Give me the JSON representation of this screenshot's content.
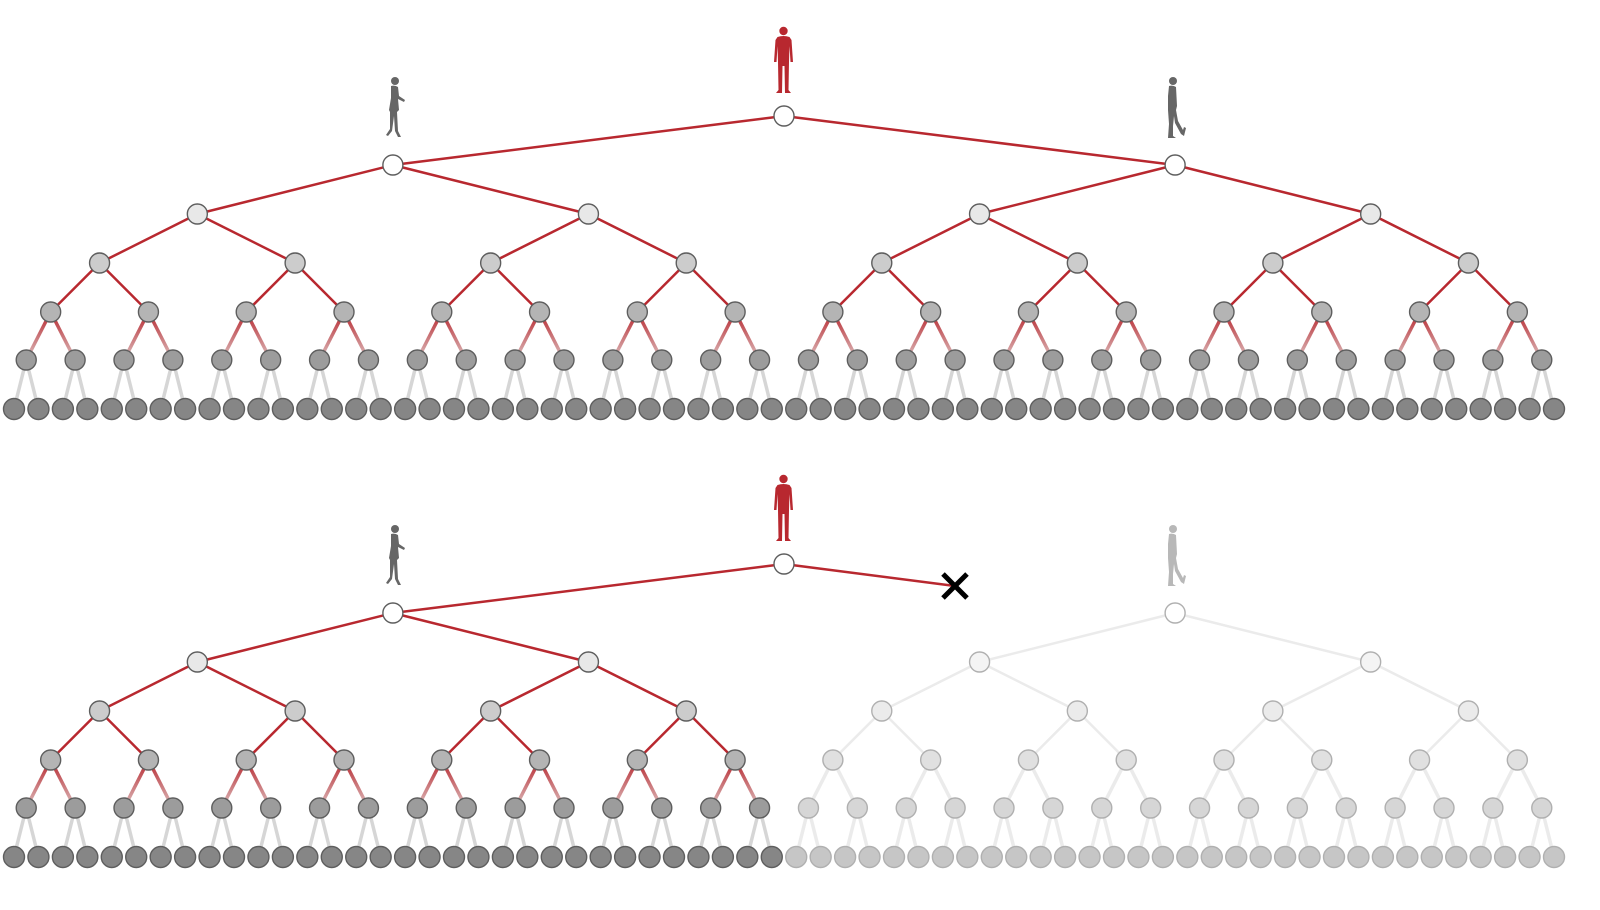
{
  "diagram": {
    "generations": 7,
    "trees": [
      {
        "id": "complete-tree",
        "severed_branch": null
      },
      {
        "id": "severed-tree",
        "severed_branch": "right"
      }
    ],
    "colors": {
      "accent_red": "#b8282f",
      "node_fills": [
        "#ffffff",
        "#ffffff",
        "#e8e8e8",
        "#cccccc",
        "#b4b4b4",
        "#9c9c9c",
        "#868686"
      ],
      "node_stroke": "#5e5e5e",
      "leaf_edge": "#d6d6d6",
      "faded_edge": "#ebebeb",
      "faded_node_stroke": "#b0b0b0",
      "faded_node_fills": [
        "#ffffff",
        "#ffffff",
        "#f4f4f4",
        "#ebebeb",
        "#e0e0e0",
        "#d6d6d6",
        "#c6c6c6"
      ],
      "person_grey": "#666666",
      "faded_person": "#b8b8b8",
      "cut_mark": "#000000"
    },
    "icons": [
      "man-standing-icon",
      "woman-walking-icon",
      "man-walking-icon",
      "cut-x-icon"
    ]
  }
}
